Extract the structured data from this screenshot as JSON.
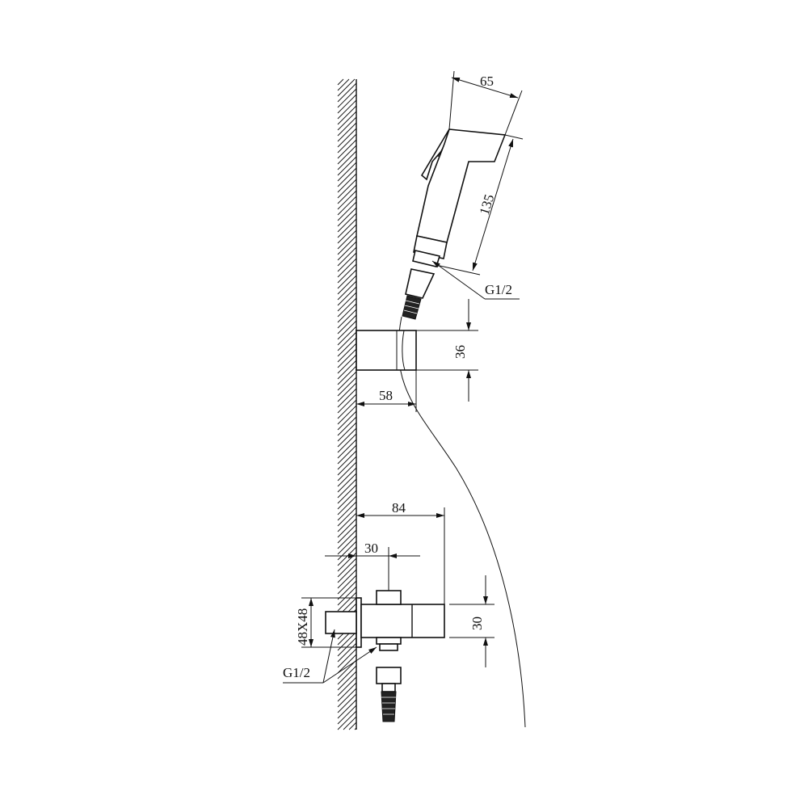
{
  "dimensions": {
    "spray_width": "65",
    "spray_length": "135",
    "spray_thread": "G1/2",
    "holder_height": "36",
    "holder_depth": "58",
    "valve_projection": "84",
    "valve_offset": "30",
    "valve_height": "30",
    "flange_size": "48X48",
    "inlet_thread": "G1/2"
  },
  "colors": {
    "line": "#111111",
    "background": "#ffffff"
  }
}
